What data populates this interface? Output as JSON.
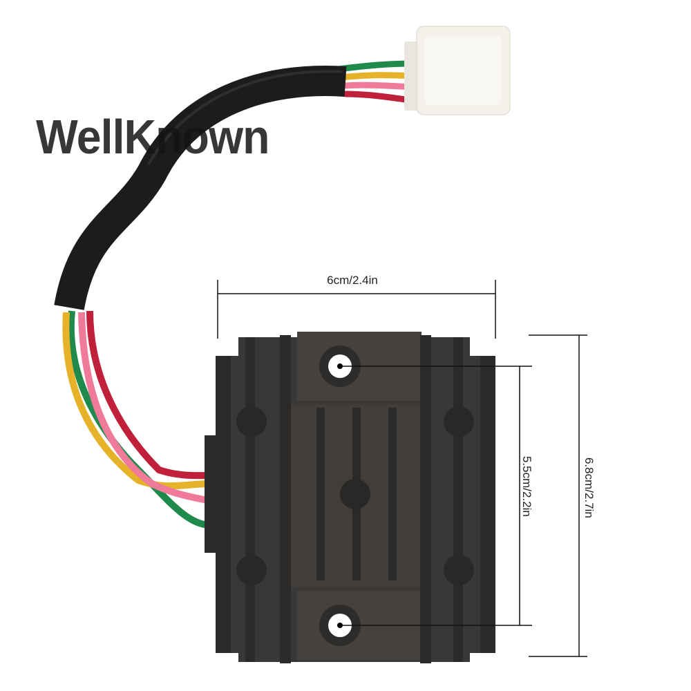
{
  "brand": {
    "watermark": "WellKnown"
  },
  "dimensions": {
    "width": "6cm/2.4in",
    "hole_spacing": "5.5cm/2.2in",
    "height": "6.8cm/2.7in"
  },
  "colors": {
    "body": "#3a3836",
    "fin": "#2c2a28",
    "sheath": "#1c1c1c",
    "wire_green": "#1f8a4c",
    "wire_yellow": "#e5b22a",
    "wire_pink": "#f07a9a",
    "wire_red": "#c0203a",
    "connector": "#f3f1ea"
  }
}
